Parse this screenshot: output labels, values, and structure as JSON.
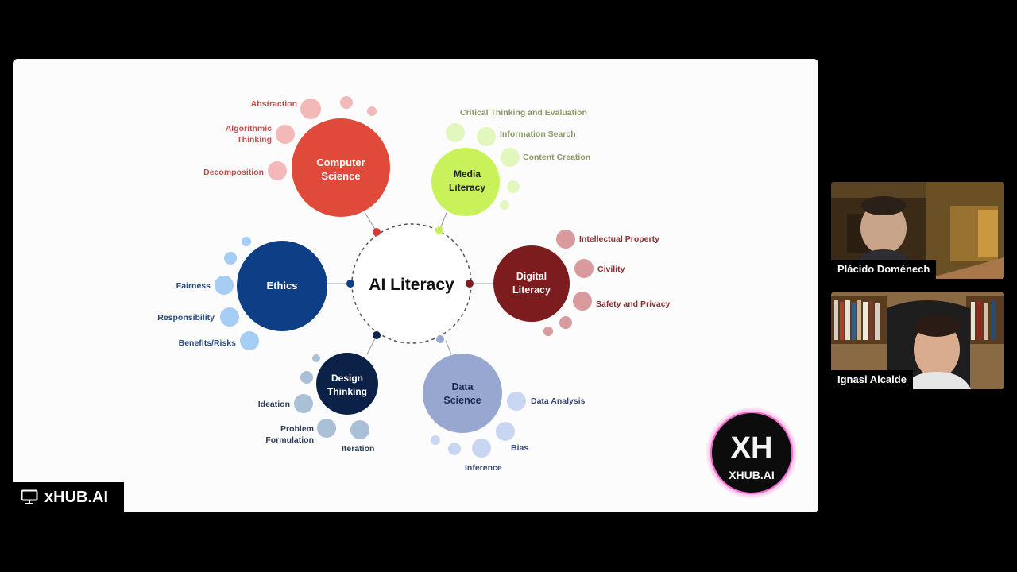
{
  "meeting": {
    "share_label": "xHUB.AI",
    "participants": [
      {
        "name": "Plácido Doménech"
      },
      {
        "name": "Ignasi Alcalde"
      }
    ]
  },
  "diagram": {
    "center": "AI Literacy",
    "hubs": {
      "cs": [
        "Computer",
        "Science"
      ],
      "media": [
        "Media",
        "Literacy"
      ],
      "digital": [
        "Digital",
        "Literacy"
      ],
      "data": [
        "Data",
        "Science"
      ],
      "design": [
        "Design",
        "Thinking"
      ],
      "ethics": "Ethics"
    },
    "labels": {
      "abstraction": "Abstraction",
      "algorithmic": [
        "Algorithmic",
        "Thinking"
      ],
      "decomposition": "Decomposition",
      "critical": "Critical Thinking and Evaluation",
      "info_search": "Information Search",
      "content": "Content Creation",
      "ip": "Intellectual Property",
      "civility": "Civility",
      "safety": "Safety and Privacy",
      "data_analysis": "Data Analysis",
      "bias": "Bias",
      "inference": "Inference",
      "ideation": "Ideation",
      "problem": [
        "Problem",
        "Formulation"
      ],
      "iteration": "Iteration",
      "fairness": "Fairness",
      "responsibility": "Responsibility",
      "benefits": "Benefits/Risks"
    },
    "colors": {
      "cs": "#e04a3a",
      "media": "#c9f25a",
      "digital": "#7d1c1f",
      "data": "#97a7cf",
      "design": "#0b2148",
      "ethics": "#0e3f86"
    }
  },
  "logo": {
    "mark": "XH",
    "text": "XHUB.AI"
  }
}
